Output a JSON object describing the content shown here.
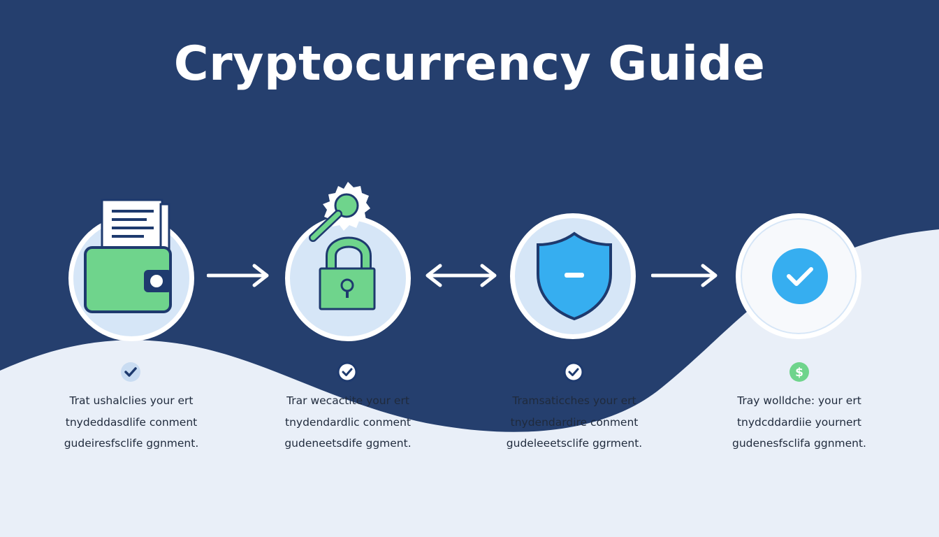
{
  "title": "Cryptocurrency Guide",
  "colors": {
    "background_dark": "#253f6e",
    "wave_light": "#e9eff8",
    "green": "#6fd48c",
    "blue": "#36aef0",
    "outline": "#1e3a6e"
  },
  "steps": [
    {
      "icon": "wallet-icon",
      "status_icon": "checkmark-icon",
      "lines": [
        "Trat ushalclies your ert",
        "tnydeddasdlife conment",
        "gudeiresfsclife ggnment."
      ]
    },
    {
      "icon": "padlock-key-icon",
      "status_icon": "checkmark-circle-icon",
      "lines": [
        "Trar wecactite your ert",
        "tnydendardlic conment",
        "gudeneetsdife ggment."
      ]
    },
    {
      "icon": "shield-icon",
      "status_icon": "checkmark-circle-icon",
      "lines": [
        "Tramsaticches your ert",
        "tnydendardire conment",
        "gudeleeetsclife ggrment."
      ]
    },
    {
      "icon": "checkmark-badge-icon",
      "status_icon": "dollar-coin-icon",
      "lines": [
        "Tray wolldche: your ert",
        "tnydcddardiie yournert",
        "gudenesfsclifa ggnment."
      ]
    }
  ],
  "arrows": [
    "right-arrow-icon",
    "double-arrow-icon",
    "right-arrow-icon"
  ]
}
